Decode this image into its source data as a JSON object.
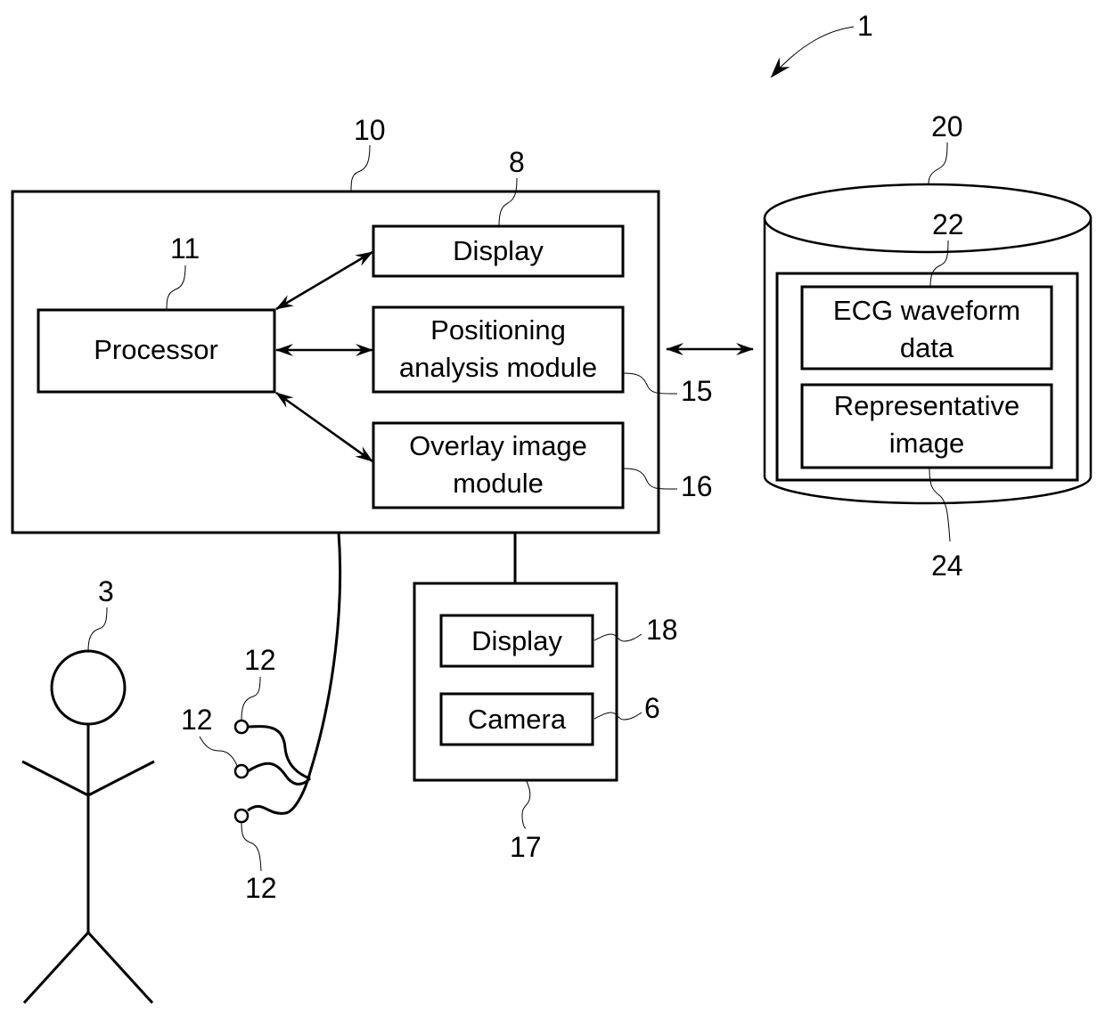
{
  "figure": {
    "system_ref": "1",
    "computing_device": {
      "ref": "10",
      "processor": {
        "ref": "11",
        "label": "Processor"
      },
      "display": {
        "ref": "8",
        "label": "Display"
      },
      "positioning_module": {
        "ref": "15",
        "label_line1": "Positioning",
        "label_line2": "analysis module"
      },
      "overlay_module": {
        "ref": "16",
        "label_line1": "Overlay image",
        "label_line2": "module"
      }
    },
    "database": {
      "ref": "20",
      "ecg_data": {
        "ref": "22",
        "label_line1": "ECG waveform",
        "label_line2": "data"
      },
      "representative_image": {
        "ref": "24",
        "label_line1": "Representative",
        "label_line2": "image"
      }
    },
    "mobile_device": {
      "ref": "17",
      "display": {
        "ref": "18",
        "label": "Display"
      },
      "camera": {
        "ref": "6",
        "label": "Camera"
      }
    },
    "patient": {
      "ref": "3"
    },
    "electrodes": [
      {
        "ref": "12"
      },
      {
        "ref": "12"
      },
      {
        "ref": "12"
      }
    ]
  }
}
